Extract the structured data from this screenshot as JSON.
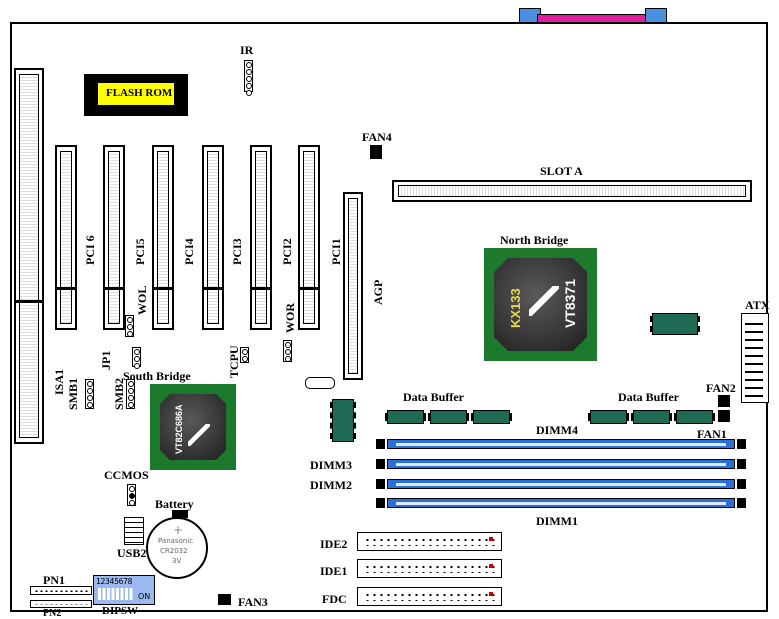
{
  "labels": {
    "ir": "IR",
    "flashrom": "FLASH ROM",
    "fan4": "FAN4",
    "slota": "SLOT A",
    "north_bridge": "North Bridge",
    "nb_chip_line1": "VT8371",
    "nb_chip_line2": "KX133",
    "south_bridge": "South Bridge",
    "sb_chip": "VT82C686A",
    "pci6": "PCI 6",
    "pci5": "PCI5",
    "pci4": "PCI4",
    "pci3": "PCI3",
    "pci2": "PCI2",
    "pci1": "PCI1",
    "agp": "AGP",
    "isa1": "ISA1",
    "wol": "WOL",
    "wor": "WOR",
    "jp1": "JP1",
    "tcpu": "TCPU",
    "smb1": "SMB1",
    "smb2": "SMB2",
    "ccmos": "CCMOS",
    "battery": "Battery",
    "battery_brand": "Panasonic",
    "battery_model": "CR2032",
    "battery_volt": "3V",
    "usb2": "USB2",
    "pn1": "PN1",
    "pn2": "PN2",
    "dipsw": "DIPSW",
    "dip_on": "ON",
    "dip_nums": "12345678",
    "fan3": "FAN3",
    "atx": "ATX",
    "fan2": "FAN2",
    "fan1": "FAN1",
    "data_buffer_1": "Data Buffer",
    "data_buffer_2": "Data Buffer",
    "dimm4": "DIMM4",
    "dimm3": "DIMM3",
    "dimm2": "DIMM2",
    "dimm1": "DIMM1",
    "ide2": "IDE2",
    "ide1": "IDE1",
    "fdc": "FDC"
  },
  "colors": {
    "bridge_green": "#1d7a2d",
    "dimm_blue": "#2a6fd6",
    "flash_yellow": "#ffff00",
    "parallel_magenta": "#e0209c",
    "serial_blue": "#4a8ee0"
  }
}
